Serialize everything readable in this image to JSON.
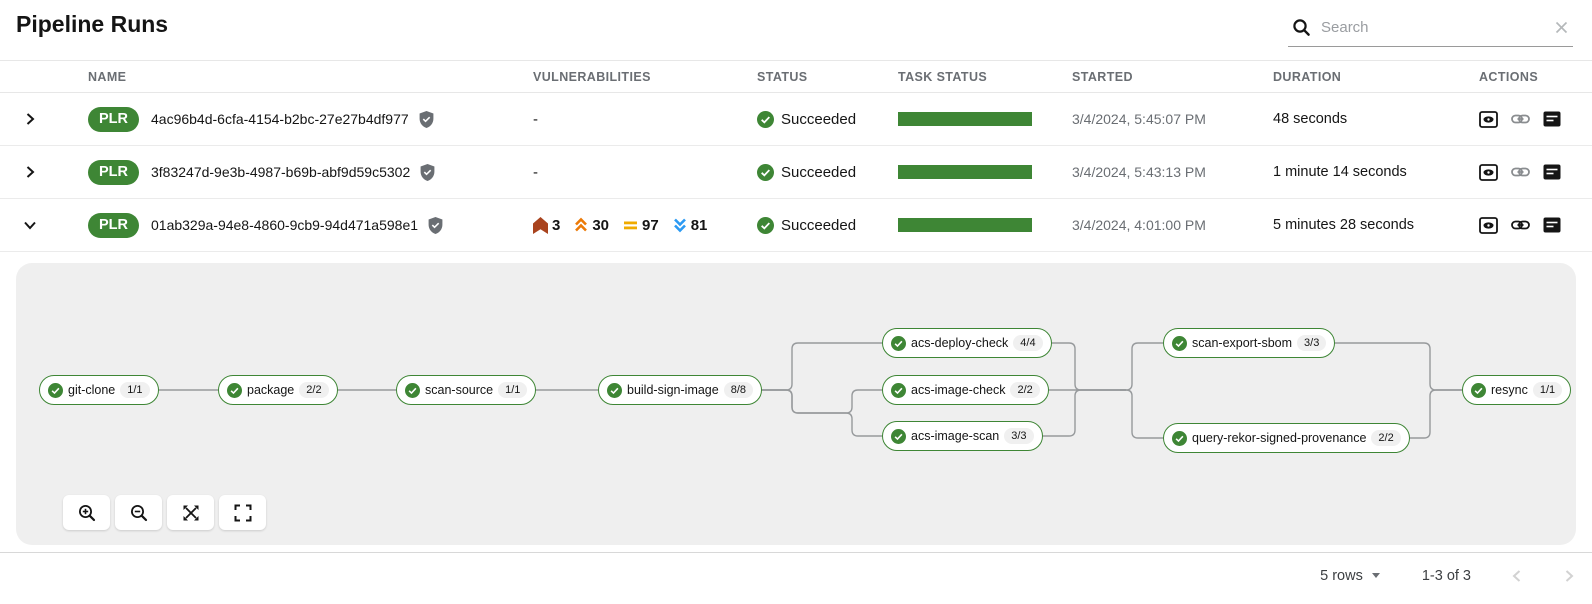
{
  "header": {
    "title": "Pipeline Runs"
  },
  "search": {
    "placeholder": "Search"
  },
  "table": {
    "columns": [
      "NAME",
      "VULNERABILITIES",
      "STATUS",
      "TASK STATUS",
      "STARTED",
      "DURATION",
      "ACTIONS"
    ],
    "rows": [
      {
        "badge": "PLR",
        "name": "4ac96b4d-6cfa-4154-b2bc-27e27b4df977",
        "vulnerabilities_display": "-",
        "status": "Succeeded",
        "started": "3/4/2024, 5:45:07 PM",
        "duration": "48 seconds"
      },
      {
        "badge": "PLR",
        "name": "3f83247d-9e3b-4987-b69b-abf9d59c5302",
        "vulnerabilities_display": "-",
        "status": "Succeeded",
        "started": "3/4/2024, 5:43:13 PM",
        "duration": "1 minute 14 seconds"
      },
      {
        "badge": "PLR",
        "name": "01ab329a-94e8-4860-9cb9-94d471a598e1",
        "vulnerabilities": {
          "critical": "3",
          "high": "30",
          "medium": "97",
          "low": "81"
        },
        "status": "Succeeded",
        "started": "3/4/2024, 4:01:00 PM",
        "duration": "5 minutes 28 seconds"
      }
    ]
  },
  "graph": {
    "nodes": [
      {
        "label": "git-clone",
        "count": "1/1"
      },
      {
        "label": "package",
        "count": "2/2"
      },
      {
        "label": "scan-source",
        "count": "1/1"
      },
      {
        "label": "build-sign-image",
        "count": "8/8"
      },
      {
        "label": "acs-deploy-check",
        "count": "4/4"
      },
      {
        "label": "acs-image-check",
        "count": "2/2"
      },
      {
        "label": "acs-image-scan",
        "count": "3/3"
      },
      {
        "label": "scan-export-sbom",
        "count": "3/3"
      },
      {
        "label": "query-rekor-signed-provenance",
        "count": "2/2"
      },
      {
        "label": "resync",
        "count": "1/1"
      }
    ]
  },
  "pagination": {
    "per_page": "5 rows",
    "range": "1-3 of 3"
  },
  "colors": {
    "green": "#3E8635",
    "critical": "#A9431E",
    "high": "#EC7A08",
    "medium": "#F0AB00",
    "low": "#2B9AF3"
  }
}
